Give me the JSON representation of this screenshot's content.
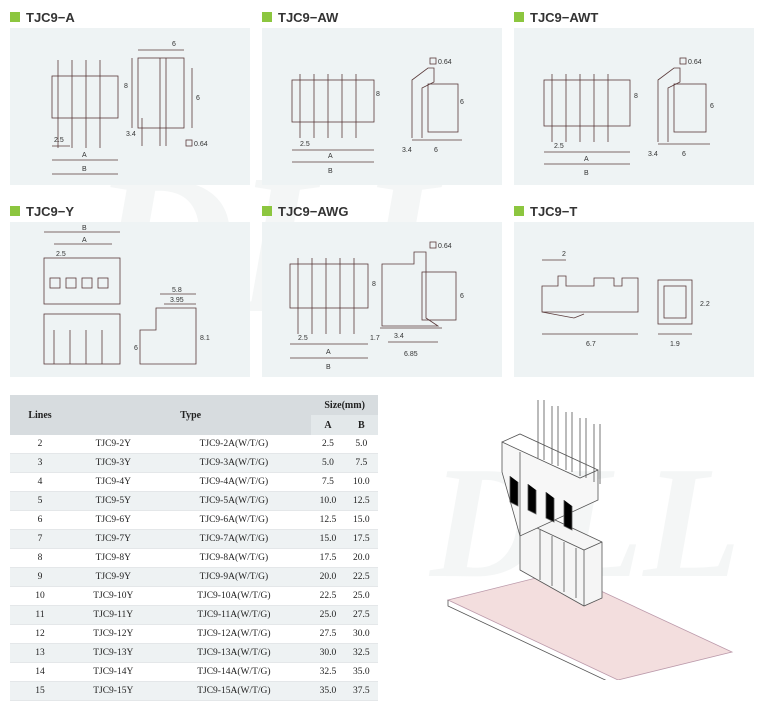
{
  "panels": [
    {
      "title": "TJC9−A"
    },
    {
      "title": "TJC9−AW"
    },
    {
      "title": "TJC9−AWT"
    },
    {
      "title": "TJC9−Y"
    },
    {
      "title": "TJC9−AWG"
    },
    {
      "title": "TJC9−T"
    }
  ],
  "dims": {
    "a": {
      "d6": "6",
      "d8": "8",
      "d6b": "6",
      "d34": "3.4",
      "d064": "0.64",
      "d25": "2.5",
      "dA": "A",
      "dB": "B"
    },
    "aw": {
      "d064": "0.64",
      "d8": "8",
      "d6": "6",
      "d25": "2.5",
      "dA": "A",
      "dB": "B",
      "d34": "3.4",
      "d6b": "6"
    },
    "awt": {
      "d064": "0.64",
      "d8": "8",
      "d6": "6",
      "d25": "2.5",
      "dA": "A",
      "dB": "B",
      "d34": "3.4",
      "d6b": "6"
    },
    "y": {
      "dB": "B",
      "dA": "A",
      "d25": "2.5",
      "d58": "5.8",
      "d395": "3.95",
      "d6": "6",
      "d81": "8.1"
    },
    "awg": {
      "d064": "0.64",
      "d8": "8",
      "d6": "6",
      "d25": "2.5",
      "dA": "A",
      "dB": "B",
      "d17": "1.7",
      "d34": "3.4",
      "d685": "6.85"
    },
    "t": {
      "d2": "2",
      "d67": "6.7",
      "d22": "2.2",
      "d19": "1.9"
    }
  },
  "watermark": "DLL",
  "table": {
    "h_lines": "Lines",
    "h_type": "Type",
    "h_size": "Size(mm)",
    "h_a": "A",
    "h_b": "B",
    "rows": [
      [
        "2",
        "TJC9-2Y",
        "TJC9-2A(W/T/G)",
        "2.5",
        "5.0"
      ],
      [
        "3",
        "TJC9-3Y",
        "TJC9-3A(W/T/G)",
        "5.0",
        "7.5"
      ],
      [
        "4",
        "TJC9-4Y",
        "TJC9-4A(W/T/G)",
        "7.5",
        "10.0"
      ],
      [
        "5",
        "TJC9-5Y",
        "TJC9-5A(W/T/G)",
        "10.0",
        "12.5"
      ],
      [
        "6",
        "TJC9-6Y",
        "TJC9-6A(W/T/G)",
        "12.5",
        "15.0"
      ],
      [
        "7",
        "TJC9-7Y",
        "TJC9-7A(W/T/G)",
        "15.0",
        "17.5"
      ],
      [
        "8",
        "TJC9-8Y",
        "TJC9-8A(W/T/G)",
        "17.5",
        "20.0"
      ],
      [
        "9",
        "TJC9-9Y",
        "TJC9-9A(W/T/G)",
        "20.0",
        "22.5"
      ],
      [
        "10",
        "TJC9-10Y",
        "TJC9-10A(W/T/G)",
        "22.5",
        "25.0"
      ],
      [
        "11",
        "TJC9-11Y",
        "TJC9-11A(W/T/G)",
        "25.0",
        "27.5"
      ],
      [
        "12",
        "TJC9-12Y",
        "TJC9-12A(W/T/G)",
        "27.5",
        "30.0"
      ],
      [
        "13",
        "TJC9-13Y",
        "TJC9-13A(W/T/G)",
        "30.0",
        "32.5"
      ],
      [
        "14",
        "TJC9-14Y",
        "TJC9-14A(W/T/G)",
        "32.5",
        "35.0"
      ],
      [
        "15",
        "TJC9-15Y",
        "TJC9-15A(W/T/G)",
        "35.0",
        "37.5"
      ]
    ]
  },
  "colors": {
    "accent": "#8cc63f",
    "panel_bg": "#eef3f4",
    "header_bg": "#d7dcdf",
    "line": "#5a3a3a"
  }
}
